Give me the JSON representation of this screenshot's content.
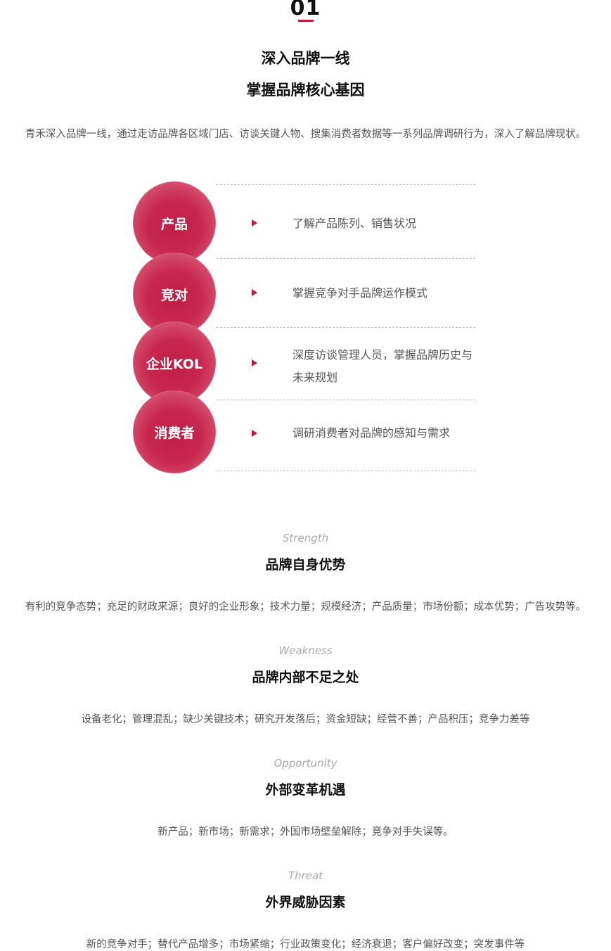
{
  "section": {
    "number": "01",
    "title_line1": "深入品牌一线",
    "title_line2": "掌握品牌核心基因",
    "intro": "青禾深入品牌一线，通过走访品牌各区域门店、访谈关键人物、搜集消费者数据等一系列品牌调研行为，深入了解品牌现状。"
  },
  "research": [
    {
      "label": "产品",
      "desc": "了解产品陈列、销售状况"
    },
    {
      "label": "竞对",
      "desc": "掌握竞争对手品牌运作模式"
    },
    {
      "label": "企业KOL",
      "desc": "深度访谈管理人员，掌握品牌历史与未来规划"
    },
    {
      "label": "消费者",
      "desc": "调研消费者对品牌的感知与需求"
    }
  ],
  "swot": [
    {
      "eng": "Strength",
      "title": "品牌自身优势",
      "desc": "有利的竞争态势；充足的财政来源；良好的企业形象；技术力量；规模经济；产品质量；市场份额；成本优势；广告攻势等。"
    },
    {
      "eng": "Weakness",
      "title": "品牌内部不足之处",
      "desc": "设备老化；管理混乱；缺少关键技术；研究开发落后；资金短缺；经营不善；产品积压；竞争力差等"
    },
    {
      "eng": "Opportunity",
      "title": "外部变革机遇",
      "desc": "新产品；新市场；新需求；外国市场壁垒解除；竞争对手失误等。"
    },
    {
      "eng": "Threat",
      "title": "外界威胁因素",
      "desc": "新的竞争对手；替代产品增多；市场紧缩；行业政策变化；经济衰退；客户偏好改变；突发事件等"
    }
  ],
  "colors": {
    "accent": "#c0173f"
  }
}
